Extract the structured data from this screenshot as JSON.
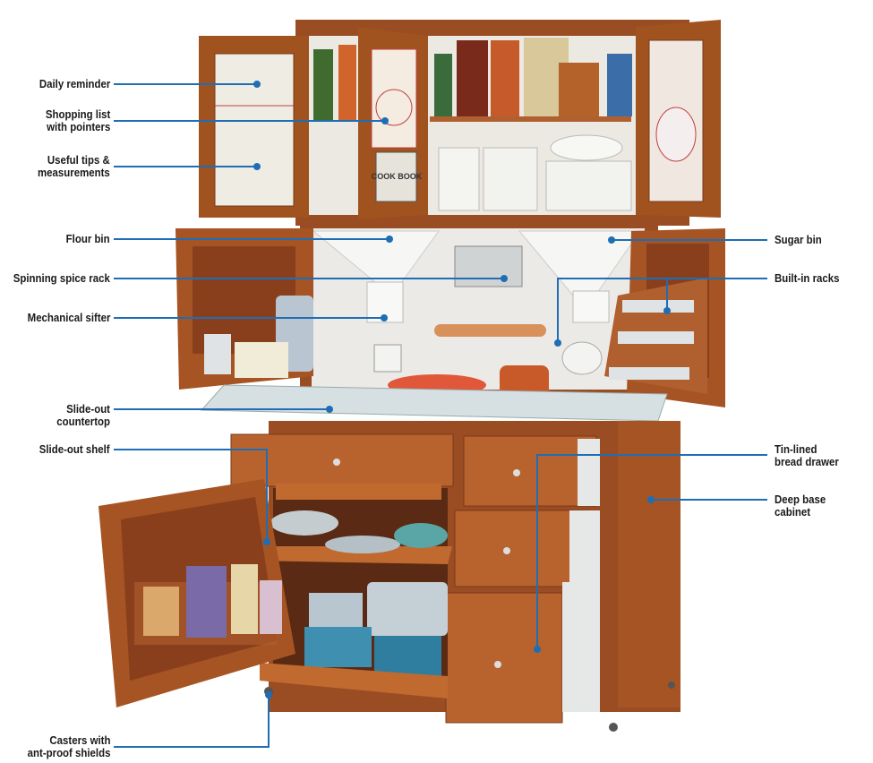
{
  "title": "Hoosier cabinet features",
  "colors": {
    "leader": "#1f6db5",
    "wood": "#a5562a",
    "wood_dark": "#7a3a1c",
    "enamel": "#e8ecec",
    "countertop": "#d6e0e3"
  },
  "labels_left": [
    {
      "id": "daily-reminder",
      "text": "Daily reminder"
    },
    {
      "id": "shopping-list",
      "text": "Shopping list\nwith pointers"
    },
    {
      "id": "useful-tips",
      "text": "Useful tips &\nmeasurements"
    },
    {
      "id": "flour-bin",
      "text": "Flour bin"
    },
    {
      "id": "spice-rack",
      "text": "Spinning spice rack"
    },
    {
      "id": "sifter",
      "text": "Mechanical sifter"
    },
    {
      "id": "countertop",
      "text": "Slide-out countertop"
    },
    {
      "id": "shelf",
      "text": "Slide-out shelf"
    },
    {
      "id": "casters",
      "text": "Casters with\nant-proof shields"
    }
  ],
  "labels_right": [
    {
      "id": "sugar-bin",
      "text": "Sugar bin"
    },
    {
      "id": "built-in-racks",
      "text": "Built-in racks"
    },
    {
      "id": "bread-drawer",
      "text": "Tin-lined\nbread drawer"
    },
    {
      "id": "base-cabinet",
      "text": "Deep base cabinet"
    }
  ],
  "illustration_text": {
    "cookbook": "COOK BOOK"
  }
}
